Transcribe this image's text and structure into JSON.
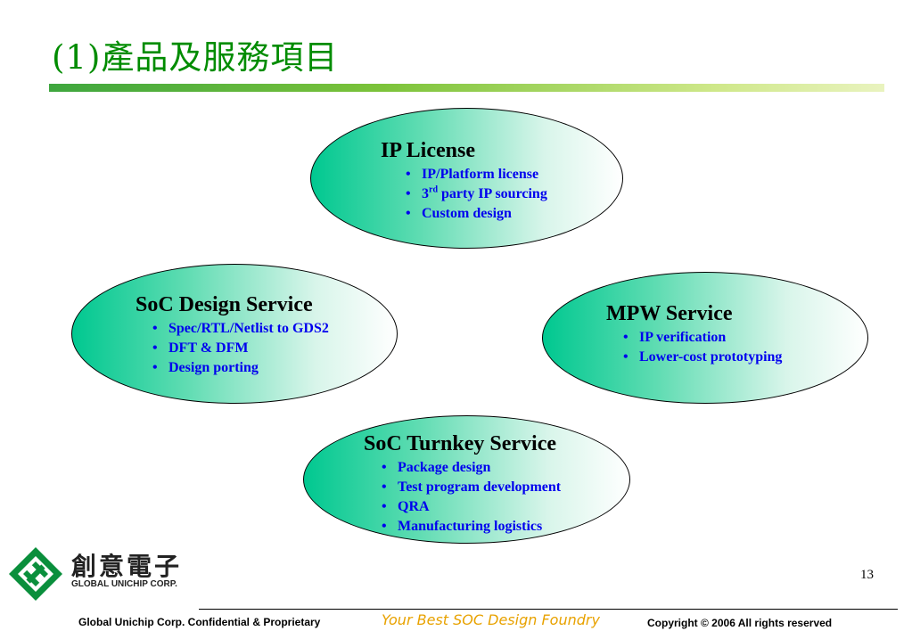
{
  "slide": {
    "title": "(1)產品及服務項目",
    "page_number": "13"
  },
  "ovals": {
    "ip_license": {
      "title": "IP License",
      "items": [
        "IP/Platform license",
        "3",
        "rd",
        " party IP sourcing",
        "Custom design"
      ]
    },
    "soc_design": {
      "title": "SoC Design Service",
      "items": [
        "Spec/RTL/Netlist to GDS2",
        "DFT & DFM",
        "Design porting"
      ]
    },
    "mpw": {
      "title": "MPW Service",
      "items": [
        "IP verification",
        "Lower-cost prototyping"
      ]
    },
    "turnkey": {
      "title": "SoC Turnkey Service",
      "items": [
        "Package design",
        "Test program development",
        "QRA",
        "Manufacturing logistics"
      ]
    }
  },
  "logo": {
    "chinese_name": "創意電子",
    "english_name": "GLOBAL UNICHIP CORP."
  },
  "footer": {
    "left": "Global Unichip Corp. Confidential & Proprietary",
    "center": "Your Best SOC Design Foundry",
    "right": "Copyright ©  2006 All rights reserved"
  },
  "colors": {
    "title": "#008c00",
    "oval_gradient_start": "#00c890",
    "bullet_text": "#0000ee",
    "footer_tagline": "#e8a200"
  }
}
